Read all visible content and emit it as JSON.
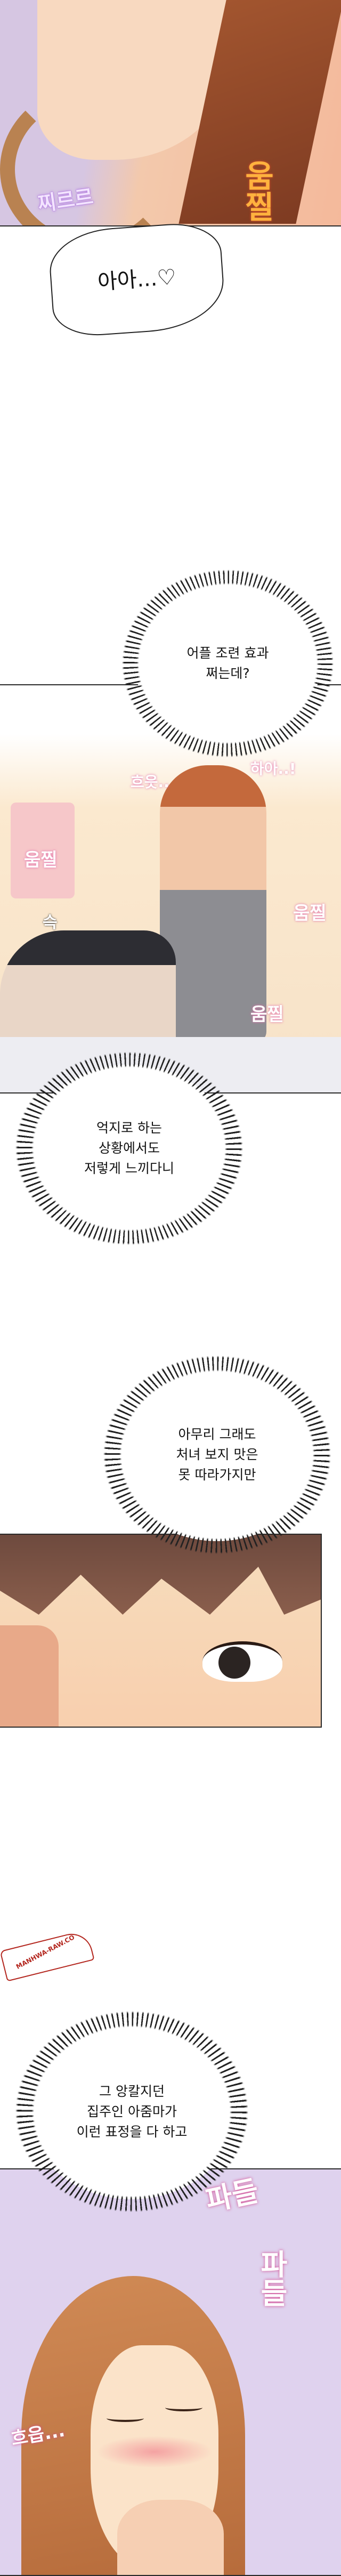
{
  "panel1": {
    "sfx_left": "찌르르",
    "sfx_right": "움찔"
  },
  "bubble1": {
    "text": "아아...♡"
  },
  "bubble2": {
    "lines": [
      "어플 조련 효과",
      "쩌는데?"
    ]
  },
  "panel2": {
    "sfx": [
      "흐읏..",
      "하아..!",
      "움찔",
      "움찔",
      "움찔",
      "슥"
    ]
  },
  "bubble3": {
    "lines": [
      "억지로 하는",
      "상황에서도",
      "저렇게 느끼다니"
    ]
  },
  "bubble4": {
    "lines": [
      "아무리 그래도",
      "처녀 보지 맛은",
      "못 따라가지만"
    ]
  },
  "watermark": {
    "text": "MANHWA-RAW.CO"
  },
  "bubble5": {
    "lines": [
      "그 앙칼지던",
      "집주인 아줌마가",
      "이런 표정을 다 하고"
    ]
  },
  "panel4": {
    "sfx": [
      "파들",
      "파들",
      "흐읍..."
    ]
  },
  "colors": {
    "lavender": "#d9c9e6",
    "skin": "#f7cfb0",
    "hair": "#b8683a",
    "sfx_pink": "#e06aa8",
    "sfx_orange": "#ee7a2c",
    "sfx_purple": "#b67ce6"
  }
}
